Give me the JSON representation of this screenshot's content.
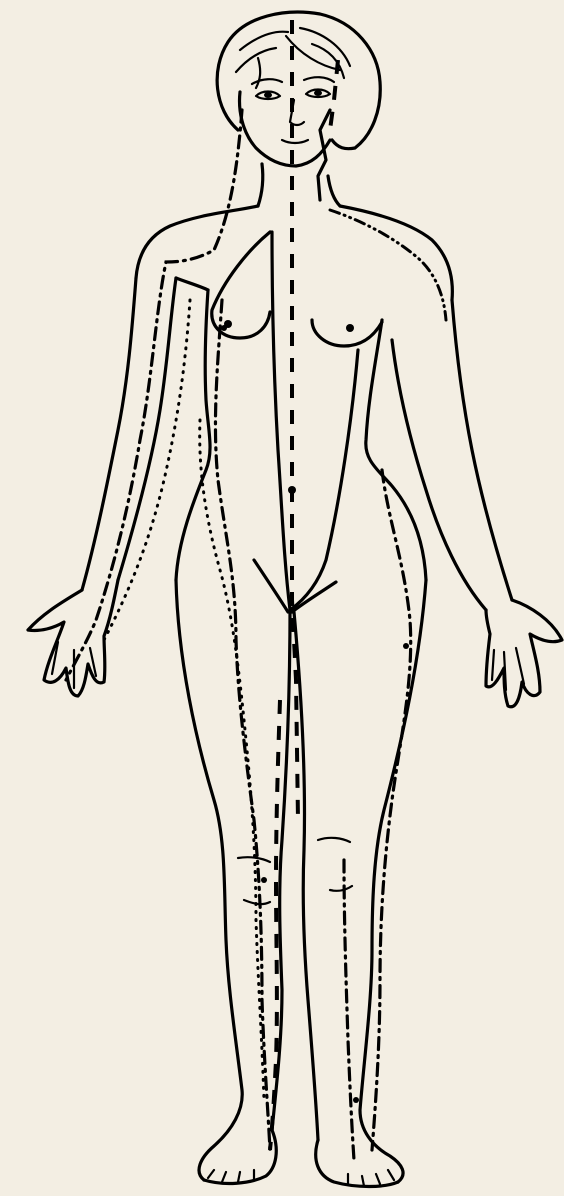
{
  "figure": {
    "background": "#f3eee3",
    "line_color": "#000000",
    "subject": "female-figure-front-view",
    "line_styles": [
      "dashed",
      "dash-dot",
      "dotted",
      "dash-dot-dot"
    ]
  }
}
